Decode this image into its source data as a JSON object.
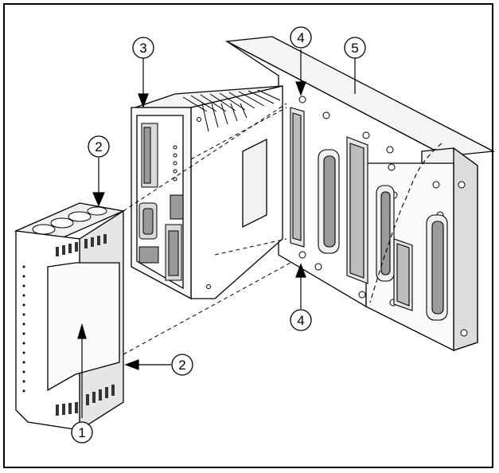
{
  "figure": {
    "callouts": [
      {
        "id": "c1",
        "label": "1"
      },
      {
        "id": "c2a",
        "label": "2"
      },
      {
        "id": "c2b",
        "label": "2"
      },
      {
        "id": "c3",
        "label": "3"
      },
      {
        "id": "c4a",
        "label": "4"
      },
      {
        "id": "c4b",
        "label": "4"
      },
      {
        "id": "c5",
        "label": "5"
      }
    ]
  },
  "colors": {
    "line": "#000000",
    "fill_light": "#f2f2f2",
    "fill_mid": "#d9d9d9",
    "fill_dark": "#9a9a9a",
    "background": "#ffffff"
  }
}
